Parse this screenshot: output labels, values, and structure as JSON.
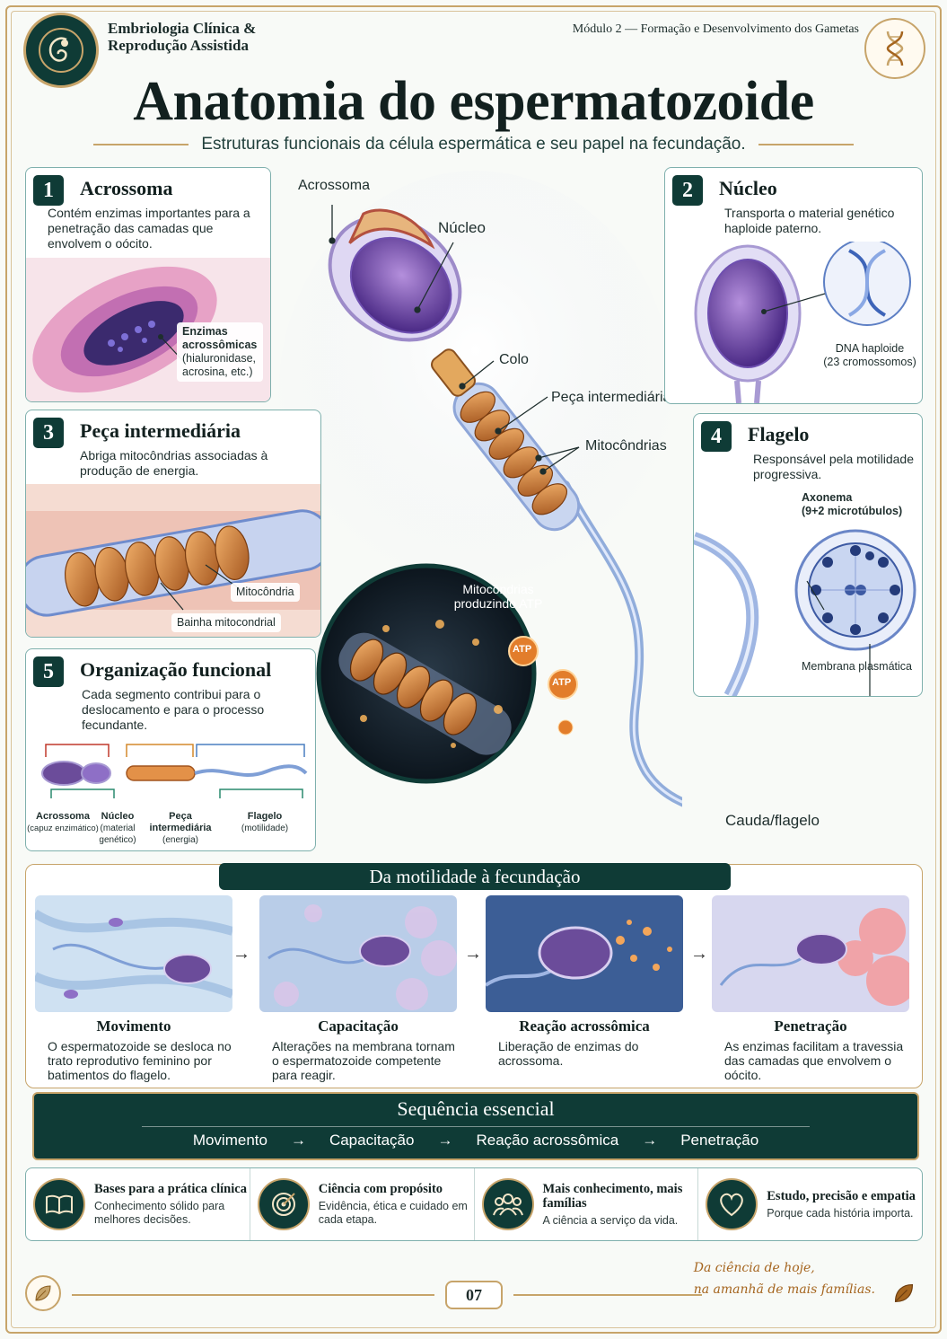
{
  "header": {
    "brand_line1": "Embriologia Clínica &",
    "brand_line2": "Reprodução Assistida",
    "module": "Módulo 2 — Formação e Desenvolvimento dos Gametas",
    "title": "Anatomia do espermatozoide",
    "subtitle": "Estruturas funcionais da célula espermática e seu papel na fecundação."
  },
  "cards": {
    "acrossoma": {
      "num": "1",
      "title": "Acrossoma",
      "desc": "Contém enzimas importantes para a penetração das camadas que envolvem o oócito.",
      "label_title": "Enzimas acrossômicas",
      "label_detail": "(hialuronidase, acrosina, etc.)"
    },
    "nucleo": {
      "num": "2",
      "title": "Núcleo",
      "desc": "Transporta o material genético haploide paterno.",
      "label_title": "DNA haploide",
      "label_detail": "(23 cromossomos)"
    },
    "peca": {
      "num": "3",
      "title": "Peça intermediária",
      "desc": "Abriga mitocôndrias associadas à produção de energia.",
      "label_mito": "Mitocôndria",
      "label_bainha": "Bainha mitocondrial"
    },
    "flagelo": {
      "num": "4",
      "title": "Flagelo",
      "desc": "Responsável pela motilidade progressiva.",
      "label_axonema_title": "Axonema",
      "label_axonema_detail": "(9+2 microtúbulos)",
      "label_membrana": "Membrana plasmática"
    },
    "organizacao": {
      "num": "5",
      "title": "Organização funcional",
      "desc": "Cada segmento contribui para o deslocamento e para o processo fecundante.",
      "segments": [
        {
          "name": "Acrossoma",
          "detail": "(capuz enzimático)",
          "color": "#c0392b"
        },
        {
          "name": "Núcleo",
          "detail": "(material genético)",
          "color": "#6b4c9a"
        },
        {
          "name": "Peça intermediária",
          "detail": "(energia)",
          "color": "#d4882b"
        },
        {
          "name": "Flagelo",
          "detail": "(motilidade)",
          "color": "#4a7fc1"
        }
      ]
    }
  },
  "central": {
    "acrossoma": "Acrossoma",
    "nucleo": "Núcleo",
    "colo": "Colo",
    "peca": "Peça intermediária",
    "mitocondrias": "Mitocôndrias",
    "cauda": "Cauda/flagelo",
    "zoom_label": "Mitocôndrias produzindo ATP",
    "atp": "ATP"
  },
  "motility": {
    "title": "Da motilidade à fecundação",
    "stages": [
      {
        "title": "Movimento",
        "desc": "O espermatozoide se desloca no trato reprodutivo feminino por batimentos do flagelo."
      },
      {
        "title": "Capacitação",
        "desc": "Alterações na membrana tornam o espermatozoide competente para reagir."
      },
      {
        "title": "Reação acrossômica",
        "desc": "Liberação de enzimas do acrossoma."
      },
      {
        "title": "Penetração",
        "desc": "As enzimas facilitam a travessia das camadas que envolvem o oócito."
      }
    ],
    "arrow": "→"
  },
  "sequence": {
    "title": "Sequência essencial",
    "steps": [
      "Movimento",
      "Capacitação",
      "Reação acrossômica",
      "Penetração"
    ],
    "arrow": "→"
  },
  "values": [
    {
      "icon": "book-icon",
      "title": "Bases para a prática clínica",
      "desc": "Conhecimento sólido para melhores decisões."
    },
    {
      "icon": "target-icon",
      "title": "Ciência com propósito",
      "desc": "Evidência, ética e cuidado em cada etapa."
    },
    {
      "icon": "people-icon",
      "title": "Mais conhecimento, mais famílias",
      "desc": "A ciência a serviço da vida."
    },
    {
      "icon": "heart-icon",
      "title": "Estudo, precisão e empatia",
      "desc": "Porque cada história importa."
    }
  ],
  "footer": {
    "page": "07",
    "motto_line1": "Da ciência de hoje,",
    "motto_line2": "na amanhã de mais famílias."
  },
  "colors": {
    "primary": "#0f3b36",
    "gold": "#c7a46a",
    "accent_teal": "#7fb0ad"
  }
}
